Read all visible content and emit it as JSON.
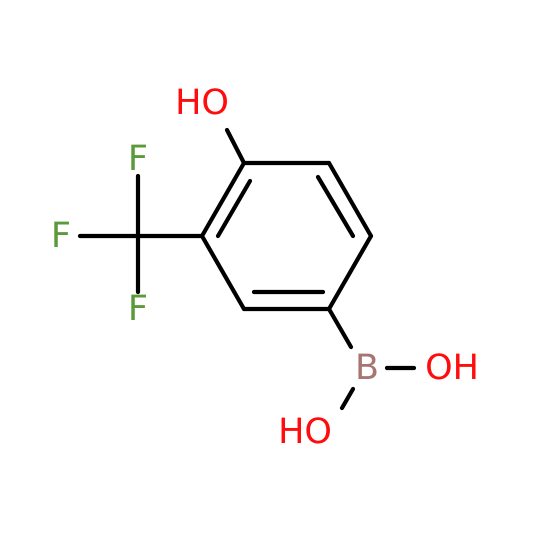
{
  "molecule": {
    "atoms": {
      "hydroxyl_top": {
        "text": "HO",
        "element": "O"
      },
      "fluorine_top": {
        "text": "F",
        "element": "F"
      },
      "fluorine_left": {
        "text": "F",
        "element": "F"
      },
      "fluorine_bottom": {
        "text": "F",
        "element": "F"
      },
      "boron": {
        "text": "B",
        "element": "B"
      },
      "hydroxyl_right": {
        "text": "OH",
        "element": "O"
      },
      "hydroxyl_bottom": {
        "text": "HO",
        "element": "O"
      }
    },
    "colors": {
      "oxygen": "#ff0d0d",
      "fluorine": "#5b9a3b",
      "boron": "#a87672",
      "bond": "#000000",
      "background": "#ffffff"
    }
  }
}
